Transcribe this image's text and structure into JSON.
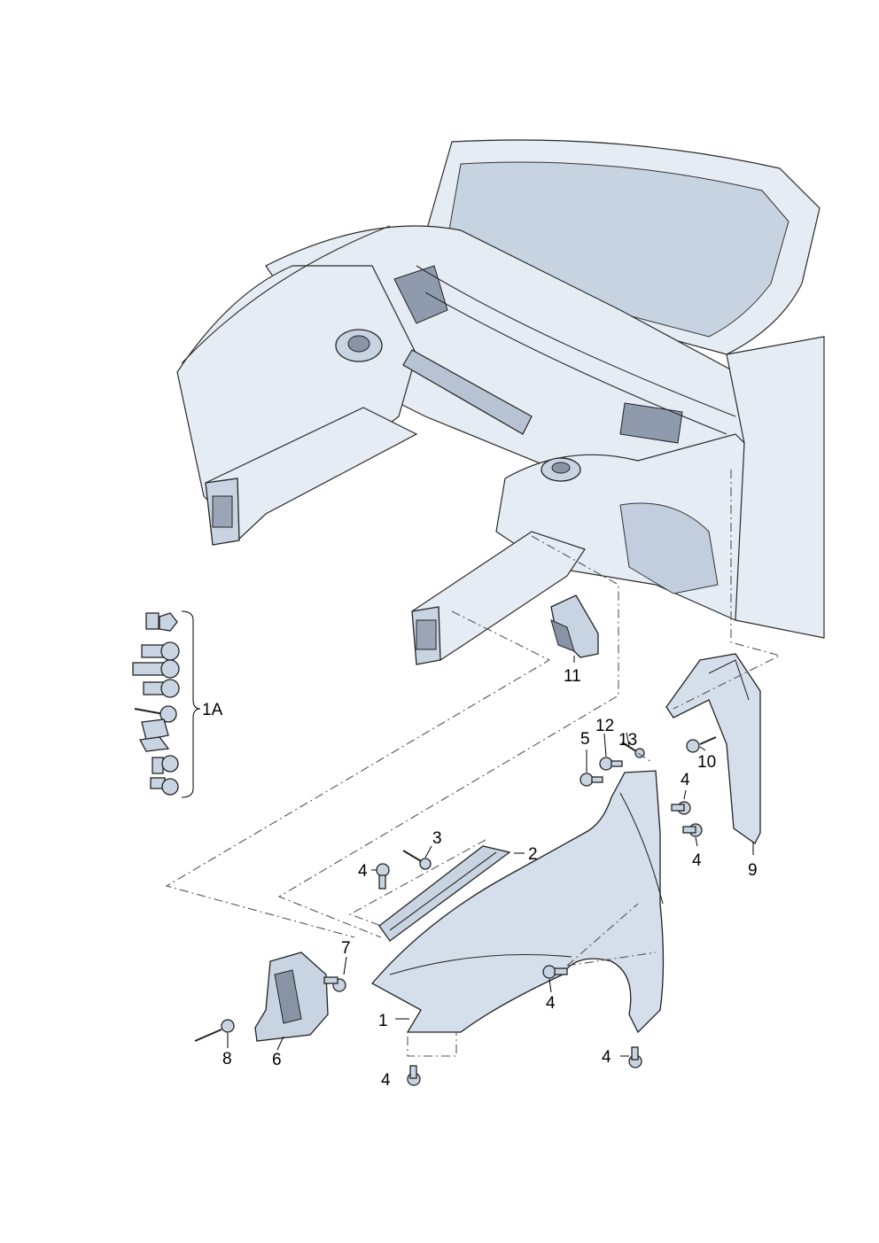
{
  "callouts": {
    "c1": "1",
    "c1A": "1A",
    "c2": "2",
    "c3": "3",
    "c4a": "4",
    "c4b": "4",
    "c4c": "4",
    "c4d": "4",
    "c4e": "4",
    "c4f": "4",
    "c5": "5",
    "c6": "6",
    "c7": "7",
    "c8": "8",
    "c9": "9",
    "c10": "10",
    "c11": "11",
    "c12": "12",
    "c13": "13"
  }
}
